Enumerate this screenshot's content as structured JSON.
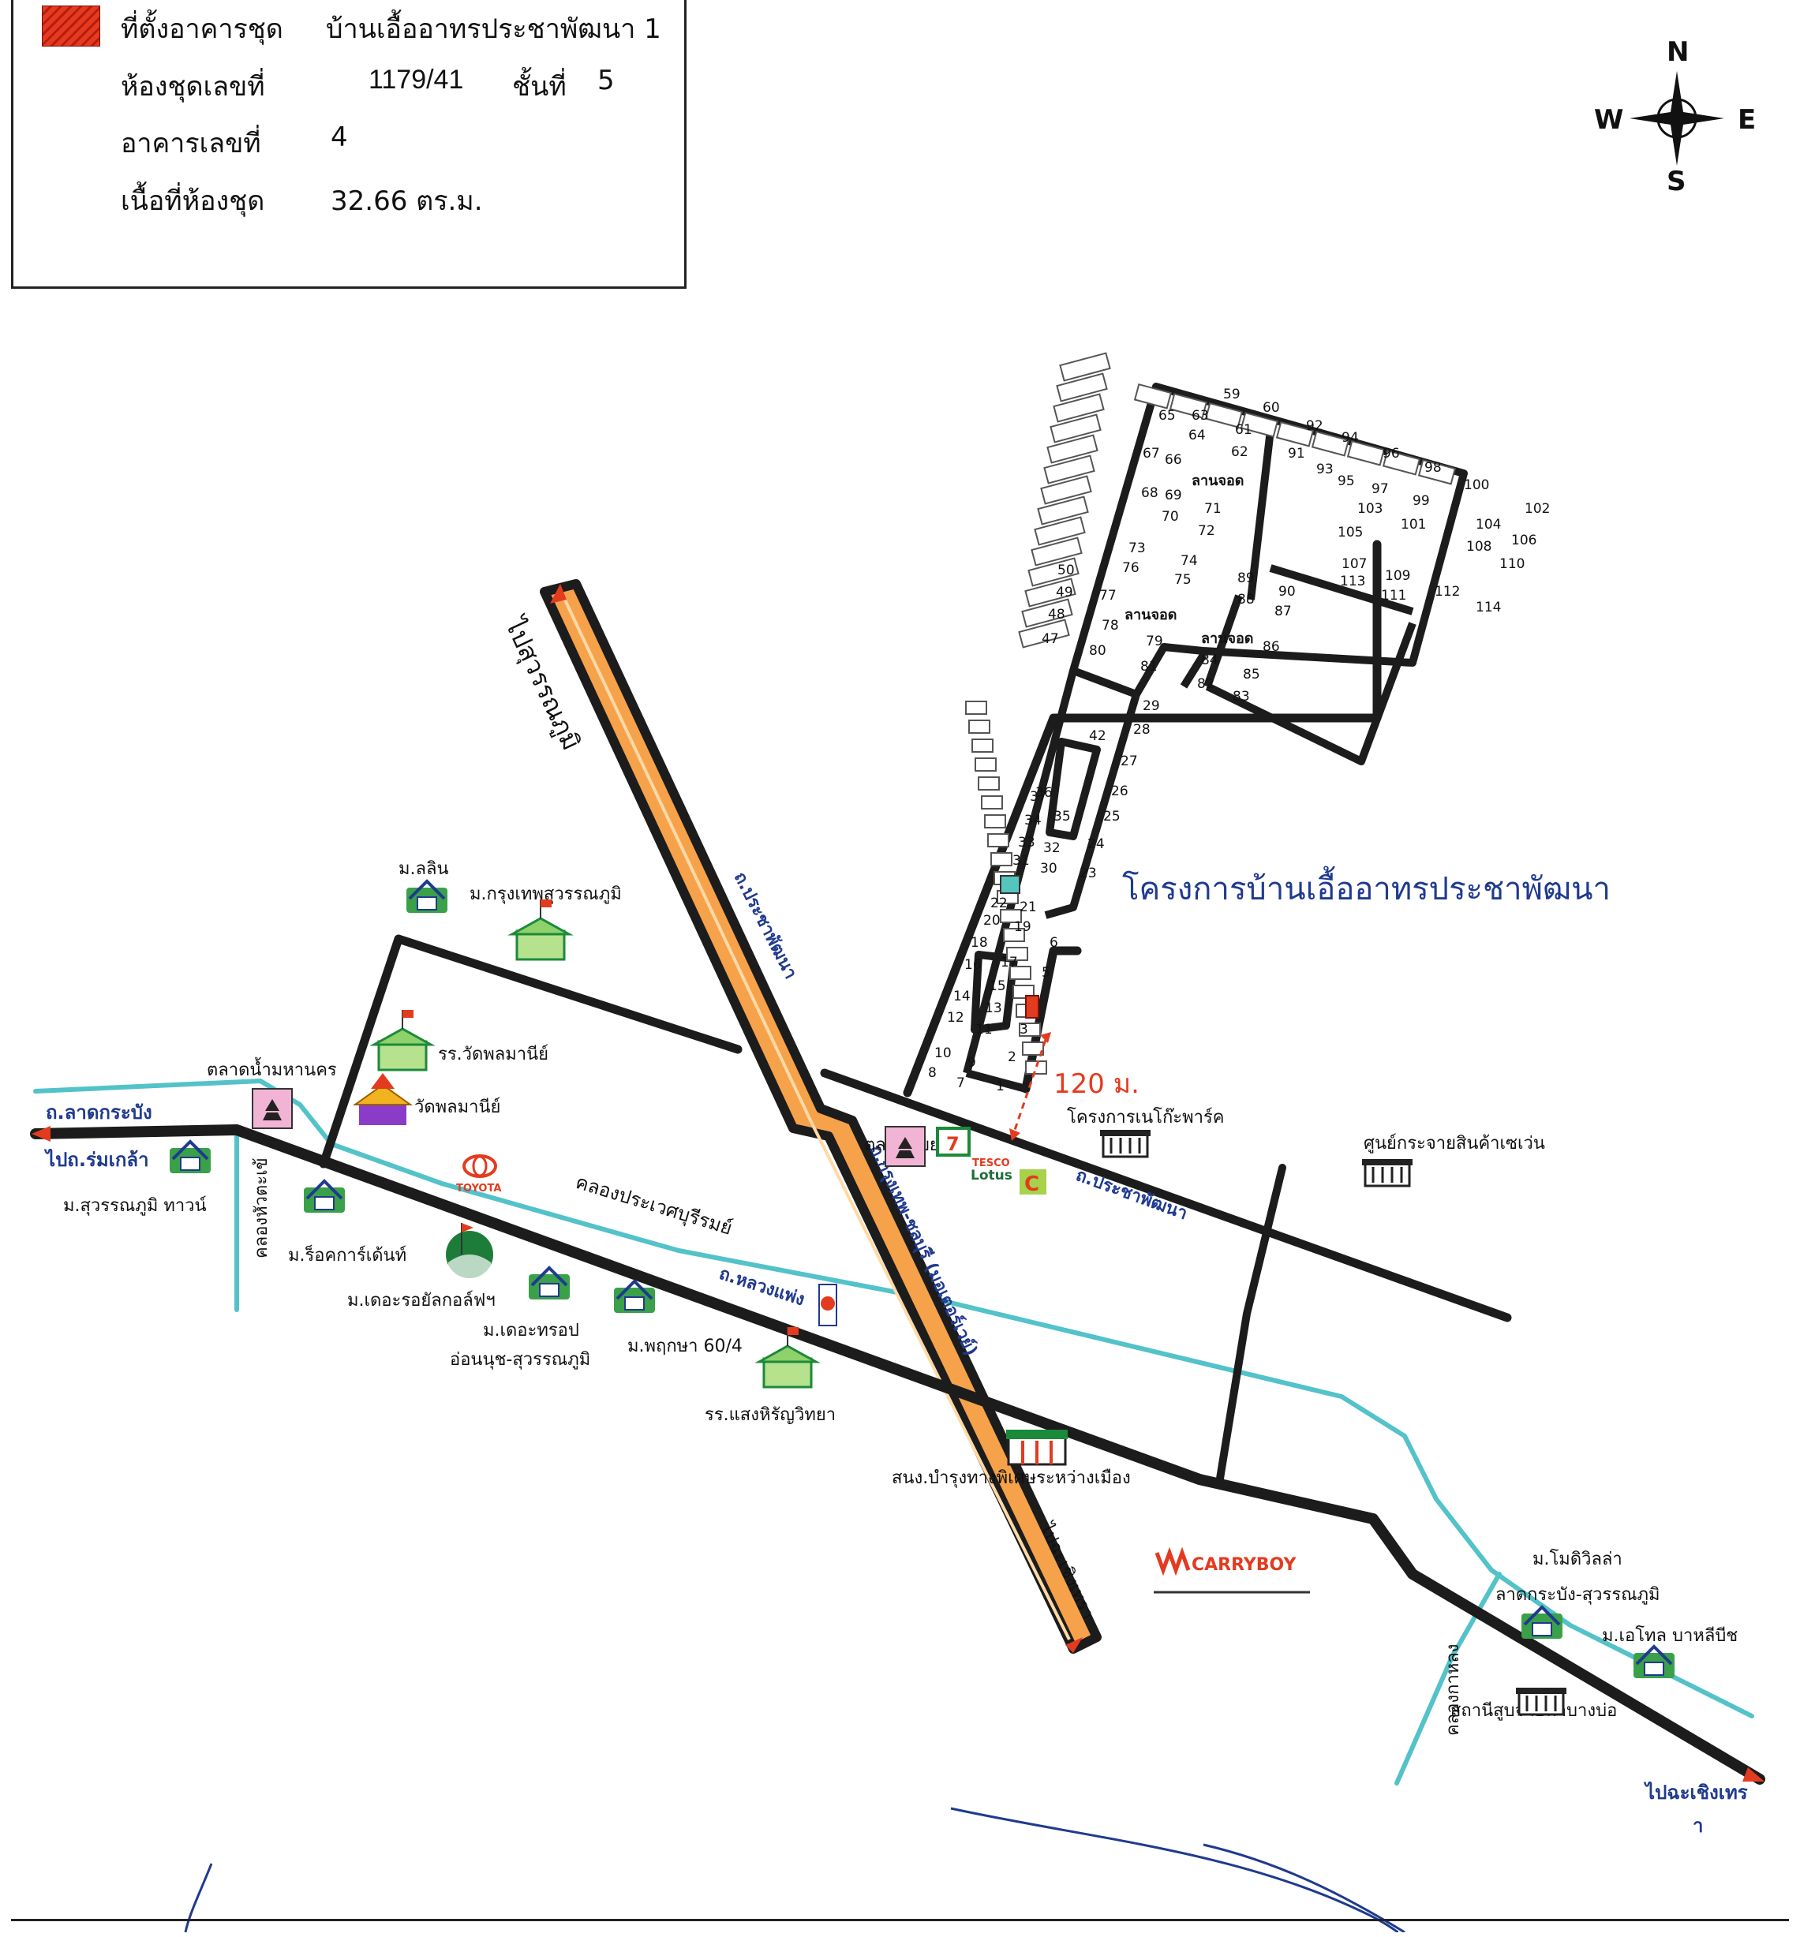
{
  "legend": {
    "site_label": "ที่ตั้งอาคารชุด",
    "site_value": "บ้านเอื้ออาทรประชาพัฒนา 1",
    "unit_label": "ห้องชุดเลขที่",
    "unit_value": "1179/41",
    "floor_label": "ชั้นที่",
    "floor_value": "5",
    "building_label": "อาคารเลขที่",
    "building_value": "4",
    "area_label": "เนื้อที่ห้องชุด",
    "area_value": "32.66 ตร.ม."
  },
  "compass": {
    "n": "N",
    "s": "S",
    "e": "E",
    "w": "W"
  },
  "project_title": "โครงการบ้านเอื้ออาทรประชาพัฒนา",
  "distance": "120 ม.",
  "parking": [
    "ลานจอด",
    "ลานจอด",
    "ลานจอด"
  ],
  "roads": {
    "lat_krabang": "ถ.ลาดกระบัง",
    "to_rom_klao": "ไปถ.ร่มเกล้า",
    "to_suvarnabhumi": "ไปสุวรรณภูมิ",
    "pracha_phatthana_vertical": "ถ.ประชาพัฒนา",
    "pracha_phatthana": "ถ.ประชาพัฒนา",
    "motorway": "ถ.กรุงเทพ-ชลบุรี (มอเตอร์เวย์)",
    "luang_phaeng": "ถ.หลวงแพ่ง",
    "to_chachoengsao_1": "ไปฉะเชิงเทรา",
    "to_chachoengsao_2": "ไปฉะเชิงเทร",
    "to_chachoengsao_3": "า"
  },
  "canals": {
    "prawet": "คลองประเวศบุรีรมย์",
    "hua_ta_khe": "คลองหัวตะเข้",
    "kao_hong": "คลองกาหลง"
  },
  "places": {
    "m_lalin": "ม.ลลิน",
    "m_krungthep_suvarnabhumi": "ม.กรุงเทพสุวรรณภูมิ",
    "school_wat_phonlamanee": "รร.วัดพลมานีย์",
    "wat_phonlamanee": "วัดพลมานีย์",
    "floating_market": "ตลาดน้ำมหานคร",
    "m_suvarnabhumi_town": "ม.สุวรรณภูมิ ทาวน์",
    "m_rockgarden": "ม.ร็อคการ์เด้นท์",
    "m_royal_golf": "ม.เดอะรอยัลกอล์ฟฯ",
    "m_the_trop_1": "ม.เดอะทรอป",
    "m_the_trop_2": "อ่อนนุช-สุวรรณภูมิ",
    "m_pruksa": "ม.พฤกษา 60/4",
    "school_saeng_hiran": "รร.แสงหิรัญวิทยา",
    "thap_yao_market": "ตลาดทับยาว",
    "neo_park": "โครงการเนโก๊ะพาร์ค",
    "seven_dc": "ศูนย์กระจายสินค้าเซเว่น",
    "motorway_office": "สนง.บำรุงทางพิเศษระหว่างเมือง",
    "carryboy": "CARRYBOY",
    "m_modi_villa_1": "ม.โมดิวิลล่า",
    "m_modi_villa_2": "ลาดกระบัง-สุวรรณภูมิ",
    "m_el_tol": "ม.เอโทล บาหลีบีช",
    "pump_station": "สถานีสูบจ่ายน้ำบางบ่อ",
    "toyota": "TOYOTA",
    "tesco": "TESCO",
    "lotus": "Lotus"
  },
  "colors": {
    "road": "#1c1c1c",
    "motorway": "#f6a24a",
    "canal": "#53c2c9",
    "label_blue": "#1f3a8f",
    "accent_red": "#e33b1f",
    "house_green": "#3aa04a"
  }
}
